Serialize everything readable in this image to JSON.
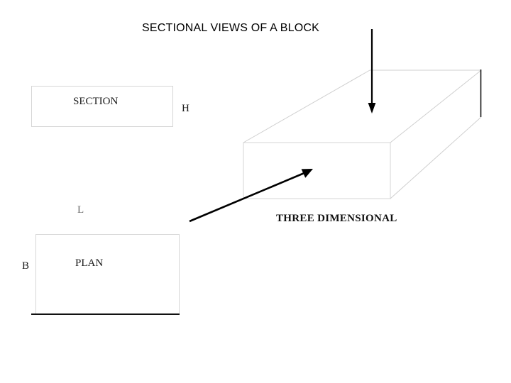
{
  "page": {
    "title": "SECTIONAL VIEWS OF A  BLOCK",
    "background_color": "#ffffff"
  },
  "colors": {
    "ink": "#000000",
    "light_line": "#d6d6d6",
    "faint_line": "#cfcfcf",
    "heavy_line": "#111111",
    "dim_text": "#6d6d6d"
  },
  "views": {
    "section": {
      "label": "SECTION",
      "height_dimension": "H"
    },
    "plan": {
      "label": "PLAN",
      "breadth_dimension": "B",
      "length_dimension": "L"
    },
    "pictorial": {
      "label": "THREE DIMENSIONAL"
    }
  },
  "annotations": {
    "top_arrow_name": "view-direction-arrow-down",
    "front_arrow_name": "view-direction-arrow-up-right",
    "edge_marker_name": "height-edge-marker"
  }
}
